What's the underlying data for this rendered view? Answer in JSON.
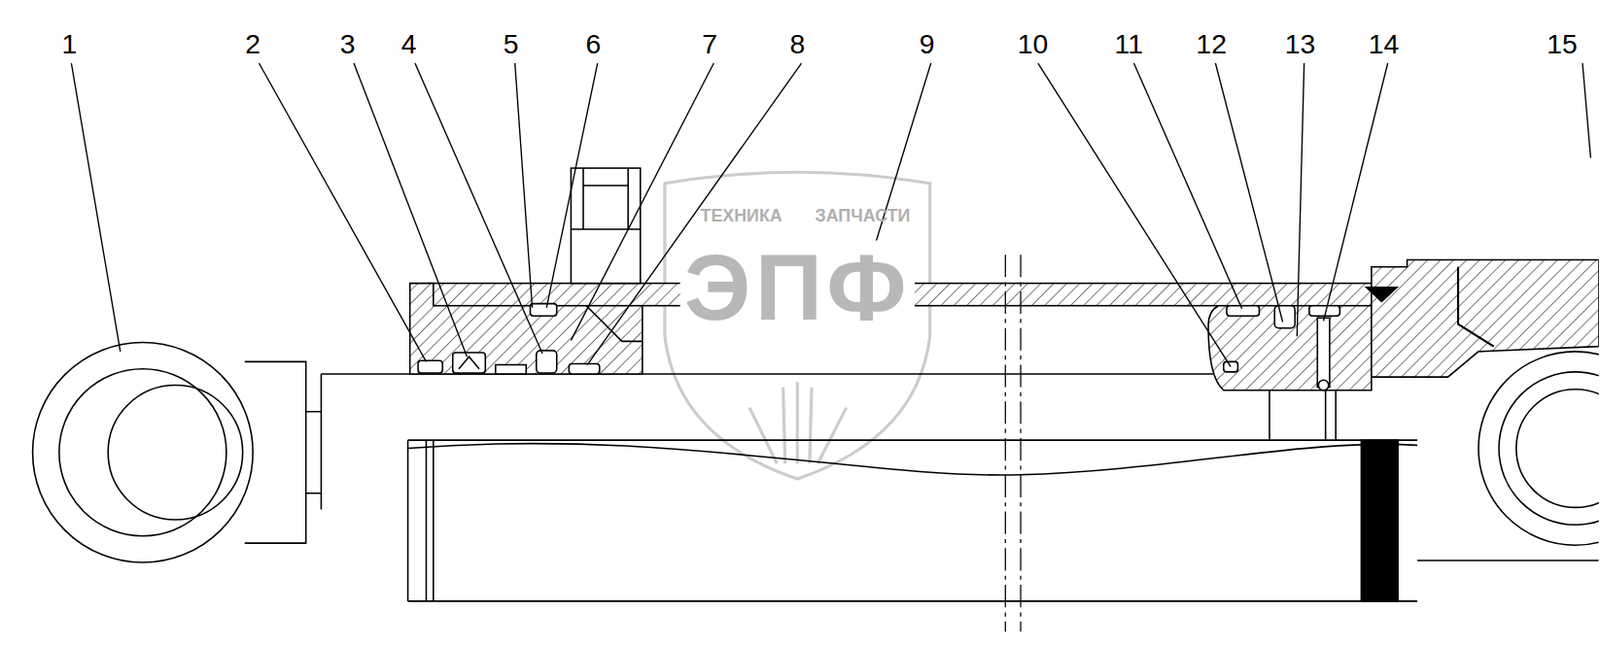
{
  "diagram": {
    "labels": [
      "1",
      "2",
      "3",
      "4",
      "5",
      "6",
      "7",
      "8",
      "9",
      "10",
      "11",
      "12",
      "13",
      "14",
      "15",
      "ТЕХНИКА",
      "ЗАПЧАСТИ",
      "ЭПФ"
    ]
  }
}
